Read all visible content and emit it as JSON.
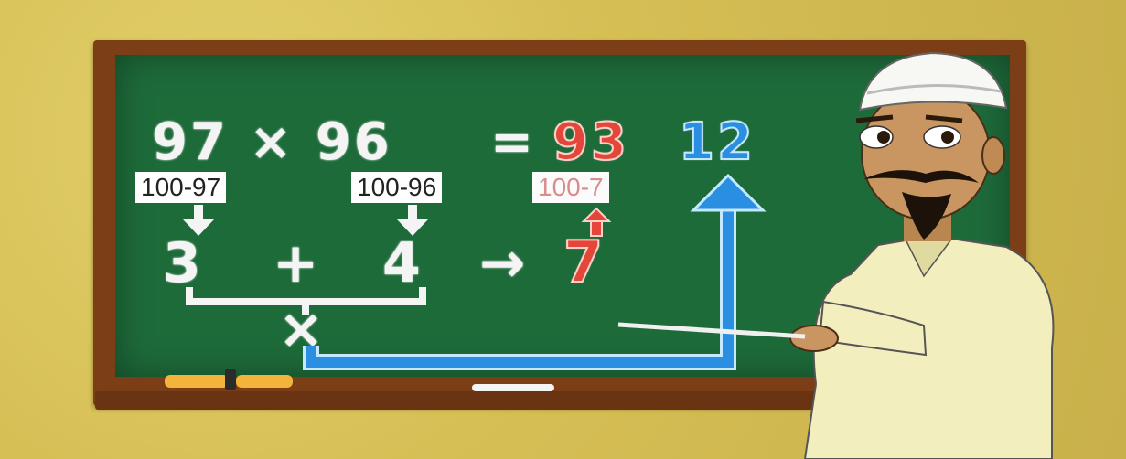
{
  "equation": {
    "left": "97 × 96",
    "equals": "=",
    "result_part1": "93",
    "result_part2": "12"
  },
  "steps": {
    "box_left": "100-97",
    "box_middle": "100-96",
    "box_right": "100-7",
    "digit_left": "3",
    "plus": "+",
    "digit_right": "4",
    "arrow": "→",
    "sum": "7",
    "multiply": "×"
  },
  "colors": {
    "board": "#1e6b3a",
    "frame": "#7b3e16",
    "red": "#e5463a",
    "blue": "#2a8fe0"
  }
}
